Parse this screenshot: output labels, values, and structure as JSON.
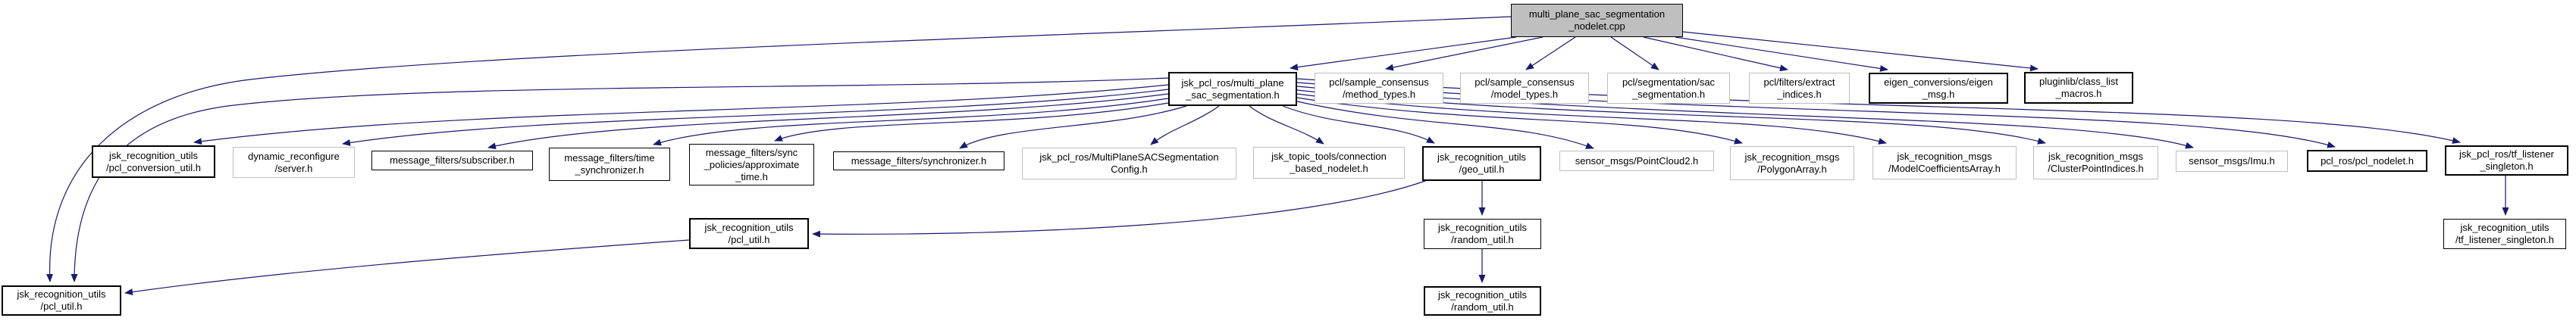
{
  "graph": {
    "type": "include-dependency-graph",
    "colors": {
      "edge": "#191970",
      "node_fill": "#ffffff",
      "root_fill": "#bfbfbf",
      "border_documented": "#000000",
      "border_external": "#bebebe",
      "text": "#000000"
    },
    "nodes": [
      {
        "id": "cpp",
        "label": "multi_plane_sac_segmentation\n_nodelet.cpp"
      },
      {
        "id": "mp_header",
        "label": "jsk_pcl_ros/multi_plane\n_sac_segmentation.h"
      },
      {
        "id": "method_types",
        "label": "pcl/sample_consensus\n/method_types.h"
      },
      {
        "id": "model_types",
        "label": "pcl/sample_consensus\n/model_types.h"
      },
      {
        "id": "sac_segmentation",
        "label": "pcl/segmentation/sac\n_segmentation.h"
      },
      {
        "id": "extract_indices",
        "label": "pcl/filters/extract\n_indices.h"
      },
      {
        "id": "eigen_msg",
        "label": "eigen_conversions/eigen\n_msg.h"
      },
      {
        "id": "class_list_macros",
        "label": "pluginlib/class_list\n_macros.h"
      },
      {
        "id": "pcl_conversion",
        "label": "jsk_recognition_utils\n/pcl_conversion_util.h"
      },
      {
        "id": "dyn_reconf",
        "label": "dynamic_reconfigure\n/server.h"
      },
      {
        "id": "subscriber",
        "label": "message_filters/subscriber.h"
      },
      {
        "id": "time_sync",
        "label": "message_filters/time\n_synchronizer.h"
      },
      {
        "id": "approx_time",
        "label": "message_filters/sync\n_policies/approximate\n_time.h"
      },
      {
        "id": "synchronizer",
        "label": "message_filters/synchronizer.h"
      },
      {
        "id": "sac_config",
        "label": "jsk_pcl_ros/MultiPlaneSACSegmentation\nConfig.h"
      },
      {
        "id": "connection_based",
        "label": "jsk_topic_tools/connection\n_based_nodelet.h"
      },
      {
        "id": "geo_util",
        "label": "jsk_recognition_utils\n/geo_util.h"
      },
      {
        "id": "pointcloud2",
        "label": "sensor_msgs/PointCloud2.h"
      },
      {
        "id": "polygon_array",
        "label": "jsk_recognition_msgs\n/PolygonArray.h"
      },
      {
        "id": "model_coeffs",
        "label": "jsk_recognition_msgs\n/ModelCoefficientsArray.h"
      },
      {
        "id": "cluster_indices",
        "label": "jsk_recognition_msgs\n/ClusterPointIndices.h"
      },
      {
        "id": "imu",
        "label": "sensor_msgs/Imu.h"
      },
      {
        "id": "pcl_nodelet",
        "label": "pcl_ros/pcl_nodelet.h"
      },
      {
        "id": "tf_singleton_ros",
        "label": "jsk_pcl_ros/tf_listener\n_singleton.h"
      },
      {
        "id": "pcl_util_mid",
        "label": "jsk_recognition_utils\n/pcl_util.h"
      },
      {
        "id": "random_util_mid",
        "label": "jsk_recognition_utils\n/random_util.h"
      },
      {
        "id": "tf_singleton_utils",
        "label": "jsk_recognition_utils\n/tf_listener_singleton.h"
      },
      {
        "id": "pcl_util_bottom",
        "label": "jsk_recognition_utils\n/pcl_util.h"
      },
      {
        "id": "random_util_bottom",
        "label": "jsk_recognition_utils\n/random_util.h"
      }
    ],
    "edges": [
      {
        "from": "cpp",
        "to": "mp_header"
      },
      {
        "from": "cpp",
        "to": "method_types"
      },
      {
        "from": "cpp",
        "to": "model_types"
      },
      {
        "from": "cpp",
        "to": "sac_segmentation"
      },
      {
        "from": "cpp",
        "to": "extract_indices"
      },
      {
        "from": "cpp",
        "to": "eigen_msg"
      },
      {
        "from": "cpp",
        "to": "class_list_macros"
      },
      {
        "from": "cpp",
        "to": "pcl_util_bottom"
      },
      {
        "from": "mp_header",
        "to": "pcl_conversion"
      },
      {
        "from": "mp_header",
        "to": "dyn_reconf"
      },
      {
        "from": "mp_header",
        "to": "subscriber"
      },
      {
        "from": "mp_header",
        "to": "time_sync"
      },
      {
        "from": "mp_header",
        "to": "approx_time"
      },
      {
        "from": "mp_header",
        "to": "synchronizer"
      },
      {
        "from": "mp_header",
        "to": "sac_config"
      },
      {
        "from": "mp_header",
        "to": "connection_based"
      },
      {
        "from": "mp_header",
        "to": "geo_util"
      },
      {
        "from": "mp_header",
        "to": "pointcloud2"
      },
      {
        "from": "mp_header",
        "to": "polygon_array"
      },
      {
        "from": "mp_header",
        "to": "model_coeffs"
      },
      {
        "from": "mp_header",
        "to": "cluster_indices"
      },
      {
        "from": "mp_header",
        "to": "imu"
      },
      {
        "from": "mp_header",
        "to": "pcl_nodelet"
      },
      {
        "from": "mp_header",
        "to": "tf_singleton_ros"
      },
      {
        "from": "mp_header",
        "to": "pcl_util_bottom"
      },
      {
        "from": "geo_util",
        "to": "random_util_mid"
      },
      {
        "from": "geo_util",
        "to": "pcl_util_mid"
      },
      {
        "from": "random_util_mid",
        "to": "random_util_bottom"
      },
      {
        "from": "pcl_util_mid",
        "to": "pcl_util_bottom"
      },
      {
        "from": "tf_singleton_ros",
        "to": "tf_singleton_utils"
      }
    ]
  }
}
